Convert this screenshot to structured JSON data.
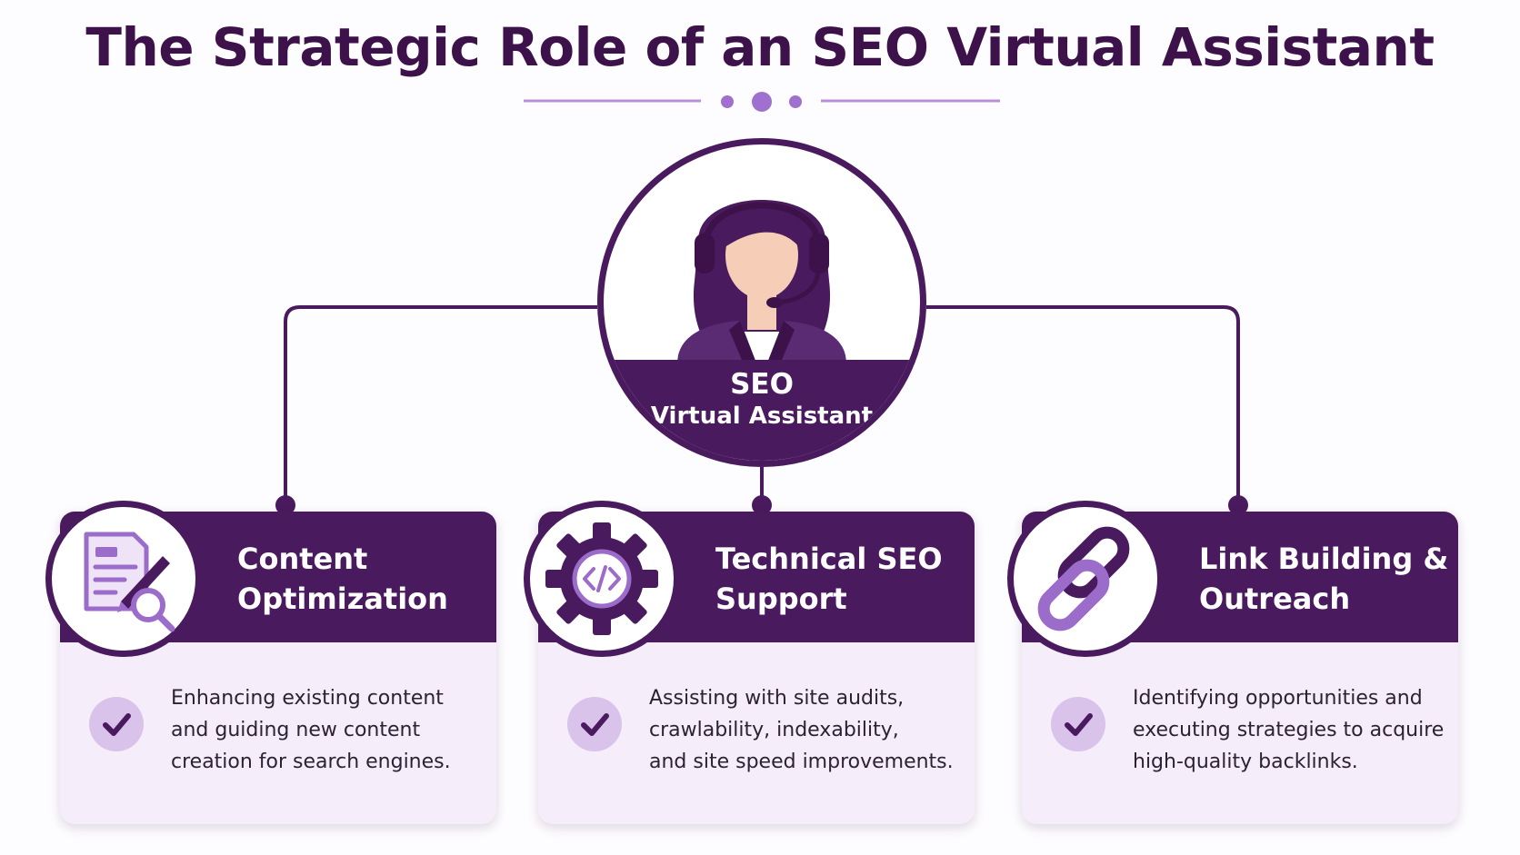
{
  "title": "The Strategic Role of an SEO Virtual Assistant",
  "colors": {
    "primary": "#4a1a5e",
    "accent": "#9b6cc9",
    "card_body": "#f5eefa",
    "check_bg": "#d9c3ea"
  },
  "hub": {
    "line1": "SEO",
    "line2": "Virtual Assistant",
    "icon": "support-agent-headset-icon"
  },
  "cards": [
    {
      "title_line1": "Content",
      "title_line2": "Optimization",
      "icon": "document-edit-search-icon",
      "desc_lines": [
        "Enhancing existing content",
        "and guiding new content",
        "creation for search engines."
      ]
    },
    {
      "title_line1": "Technical SEO",
      "title_line2": "Support",
      "icon": "gear-code-icon",
      "desc_lines": [
        "Assisting with site audits,",
        "crawlability, indexability,",
        "and site speed improvements."
      ]
    },
    {
      "title_line1": "Link Building &",
      "title_line2": "Outreach",
      "icon": "chain-link-icon",
      "desc_lines": [
        "Identifying opportunities and",
        "executing strategies to acquire",
        "high-quality backlinks."
      ]
    }
  ]
}
